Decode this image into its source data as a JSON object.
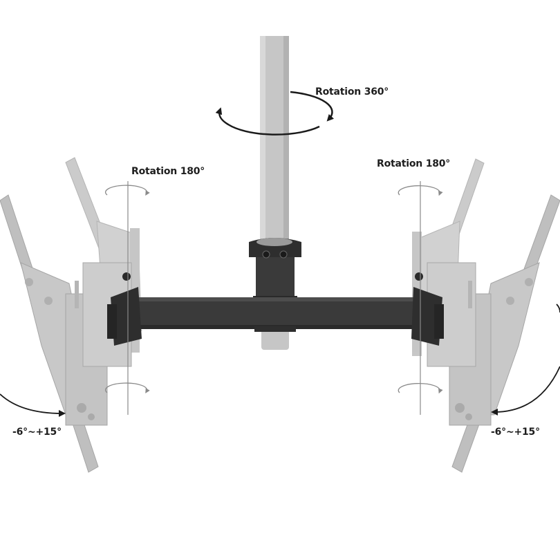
{
  "labels": {
    "rotation_center": "Rotation 360°",
    "rotation_left": "Rotation 180°",
    "rotation_right": "Rotation 180°",
    "tilt_left": "-6°~+15°",
    "tilt_right": "-6°~+15°"
  },
  "colors": {
    "background": "#ffffff",
    "pole": "#c6c6c6",
    "arm": "#3a3a3a",
    "bracket": "#b8b8b8",
    "arrow": "#1a1a1a",
    "guide_line": "#8a8a8a"
  },
  "icons": [
    "rotation-360-arrow",
    "rotation-180-arrow",
    "tilt-arrow"
  ]
}
